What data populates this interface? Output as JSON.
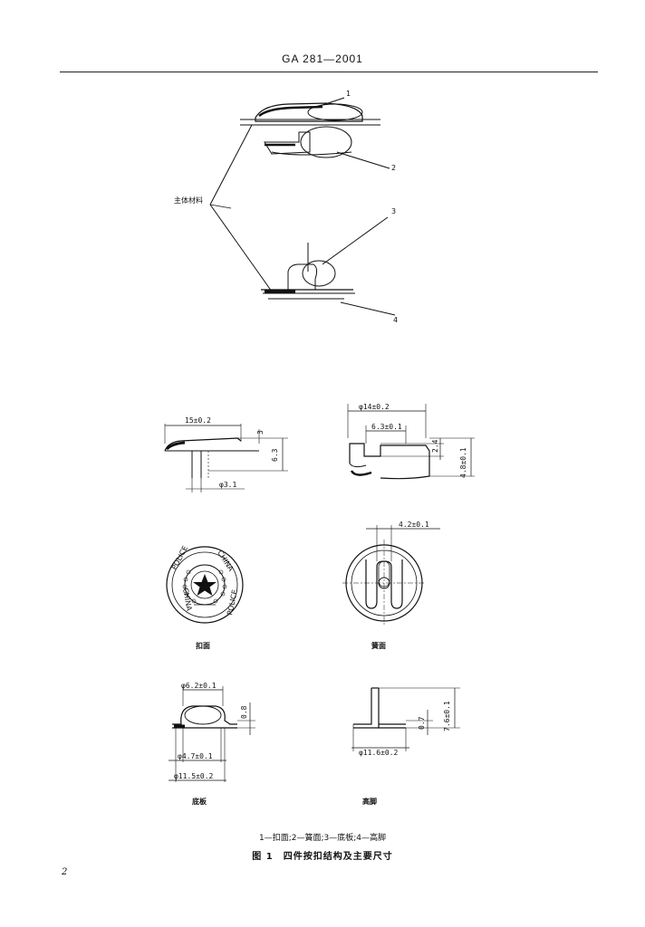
{
  "header": {
    "standard_code": "GA 281—2001"
  },
  "assembly": {
    "material_label": "主体材料",
    "callouts": [
      "1",
      "2",
      "3",
      "4"
    ]
  },
  "dimensions": {
    "cap_top_width": "15±0.2",
    "cap_small": "3",
    "cap_height": "6.3",
    "cap_pin_dia": "φ3.1",
    "socket_outer": "φ14±0.2",
    "socket_inner": "6.3±0.1",
    "socket_small": "2.4",
    "socket_height": "4.8±0.1",
    "spring_width": "4.2±0.1",
    "base_top": "φ6.2±0.1",
    "base_small": "0.8",
    "base_inner": "φ4.7±0.1",
    "base_outer": "φ11.5±0.2",
    "post_small": "0.7",
    "post_height": "7.6±0.1",
    "post_dia": "φ11.6±0.2"
  },
  "emblem": {
    "text_left": "POLICE",
    "text_right": "CHINA",
    "text_bottom_left": "CHINA",
    "text_bottom_right": "POLICE"
  },
  "captions": {
    "cap_face": "扣面",
    "spring_face": "簧面",
    "base_plate": "底板",
    "high_post": "高脚"
  },
  "legend": "1—扣面;2—簧面;3—底板;4—高脚",
  "figure_title": "图 1　四件按扣结构及主要尺寸",
  "page_number": "2"
}
